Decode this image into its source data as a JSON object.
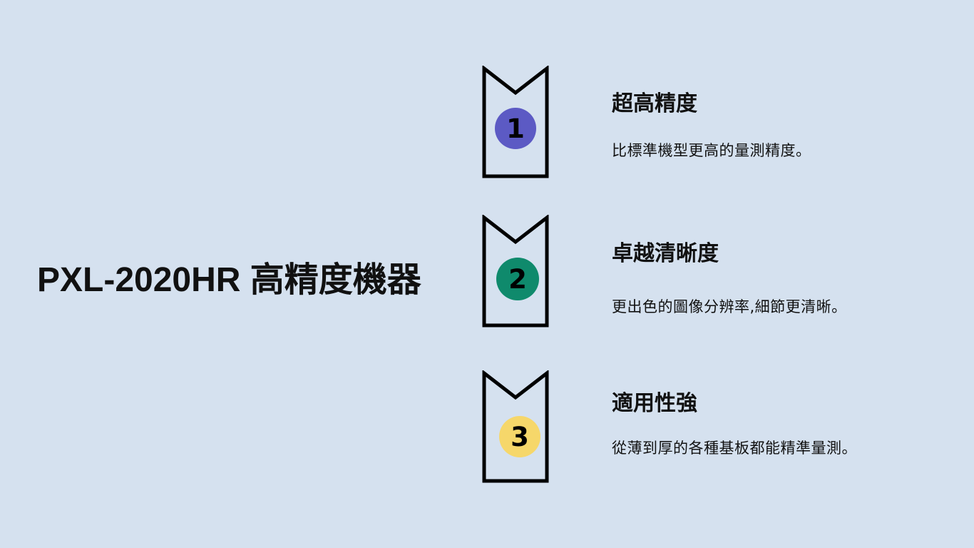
{
  "title": "PXL-2020HR 高精度機器",
  "steps": [
    {
      "number": "1",
      "color": "#5c5ac4",
      "heading": "超高精度",
      "description": "比標準機型更高的量測精度。"
    },
    {
      "number": "2",
      "color": "#0f8a6c",
      "heading": "卓越清晰度",
      "description": "更出色的圖像分辨率,細節更清晰。"
    },
    {
      "number": "3",
      "color": "#f6d76a",
      "heading": "適用性強",
      "description": "從薄到厚的各種基板都能精準量測。"
    }
  ],
  "colors": {
    "background": "#d5e1ef",
    "outline": "#000000",
    "text": "#111111"
  }
}
